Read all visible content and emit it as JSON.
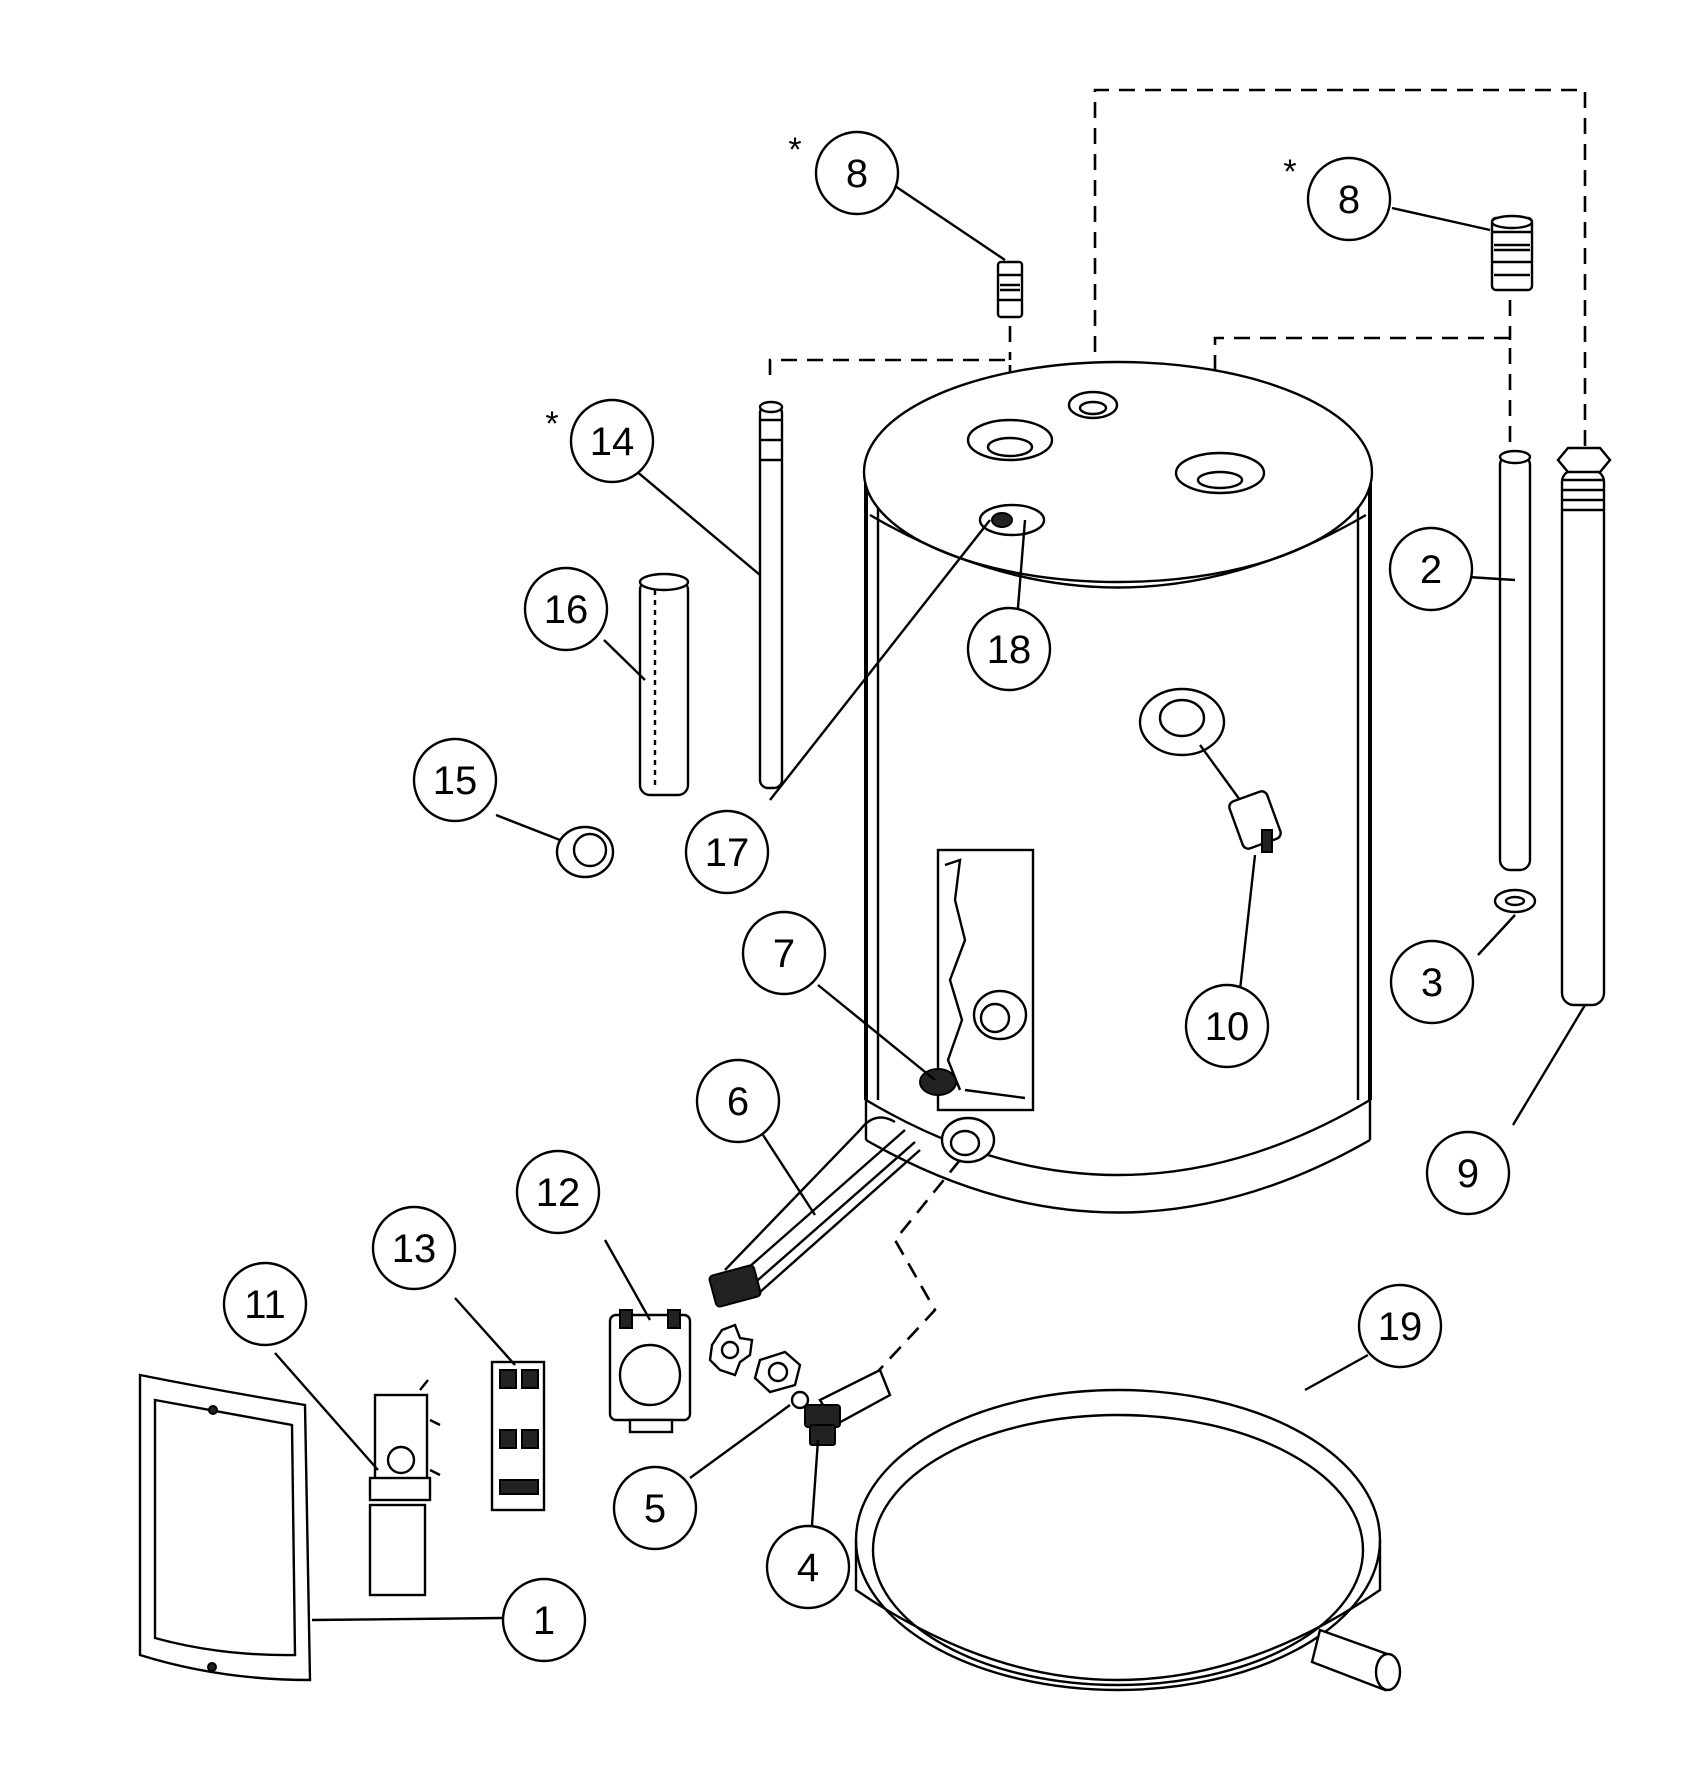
{
  "colors": {
    "ink": "#000000",
    "paper": "#ffffff"
  },
  "callouts": [
    {
      "id": "c8a",
      "label": "8",
      "star": "*"
    },
    {
      "id": "c8b",
      "label": "8",
      "star": "*"
    },
    {
      "id": "c14",
      "label": "14",
      "star": "*"
    },
    {
      "id": "c16",
      "label": "16"
    },
    {
      "id": "c15",
      "label": "15"
    },
    {
      "id": "c17",
      "label": "17"
    },
    {
      "id": "c18",
      "label": "18"
    },
    {
      "id": "c2",
      "label": "2"
    },
    {
      "id": "c3",
      "label": "3"
    },
    {
      "id": "c10",
      "label": "10"
    },
    {
      "id": "c9",
      "label": "9"
    },
    {
      "id": "c7",
      "label": "7"
    },
    {
      "id": "c6",
      "label": "6"
    },
    {
      "id": "c12",
      "label": "12"
    },
    {
      "id": "c13",
      "label": "13"
    },
    {
      "id": "c11",
      "label": "11"
    },
    {
      "id": "c19",
      "label": "19"
    },
    {
      "id": "c5",
      "label": "5"
    },
    {
      "id": "c4",
      "label": "4"
    },
    {
      "id": "c1",
      "label": "1"
    }
  ]
}
